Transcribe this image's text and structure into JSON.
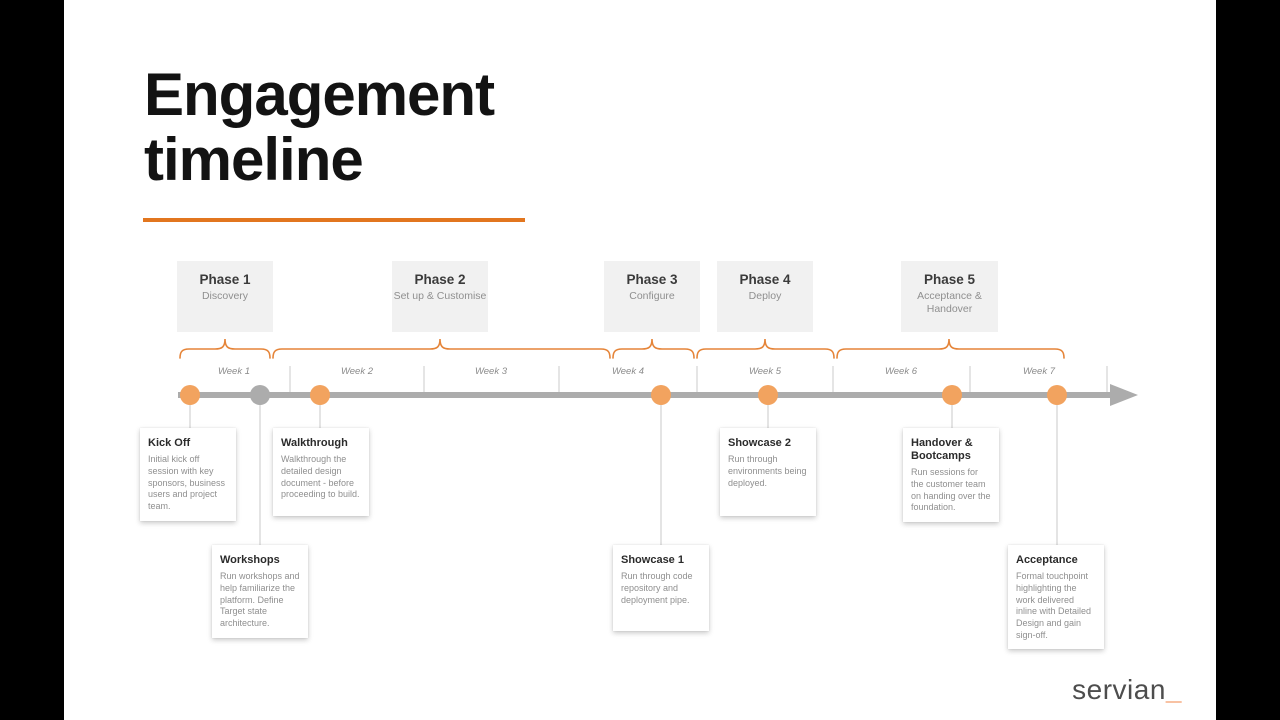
{
  "slide": {
    "title_line1": "Engagement",
    "title_line2": "timeline"
  },
  "phases": [
    {
      "label": "Phase 1",
      "subtitle": "Discovery"
    },
    {
      "label": "Phase 2",
      "subtitle": "Set up & Customise"
    },
    {
      "label": "Phase 3",
      "subtitle": "Configure"
    },
    {
      "label": "Phase 4",
      "subtitle": "Deploy"
    },
    {
      "label": "Phase 5",
      "subtitle": "Acceptance & Handover"
    }
  ],
  "timeline": {
    "weeks": [
      "Week 1",
      "Week 2",
      "Week 3",
      "Week 4",
      "Week 5",
      "Week 6",
      "Week 7"
    ]
  },
  "events": [
    {
      "title": "Kick Off",
      "dot": "orange",
      "body": "Initial kick off session with key sponsors, business users and project team."
    },
    {
      "title": "Workshops",
      "dot": "gray",
      "body": "Run workshops and help familiarize the platform. Define Target state architecture."
    },
    {
      "title": "Walkthrough",
      "dot": "orange",
      "body": "Walkthrough the detailed design document - before proceeding to build."
    },
    {
      "title": "Showcase 1",
      "dot": "orange",
      "body": "Run through code repository and deployment pipe."
    },
    {
      "title": "Showcase 2",
      "dot": "orange",
      "body": "Run through environments being deployed."
    },
    {
      "title": "Handover & Bootcamps",
      "dot": "orange",
      "body": "Run sessions for the customer team on handing over the foundation."
    },
    {
      "title": "Acceptance",
      "dot": "orange",
      "body": "Formal touchpoint highlighting the work delivered inline with Detailed Design and gain sign-off."
    }
  ],
  "logo": {
    "text": "servian",
    "mark": "_"
  },
  "colors": {
    "accent_orange": "#E2761F",
    "brace_orange": "#E58438",
    "dot_orange": "#F2A35F",
    "line_gray": "#ACACAC",
    "box_gray": "#F1F1F1",
    "text_dark": "#2F2F2F",
    "text_gray": "#8F8F8F"
  }
}
